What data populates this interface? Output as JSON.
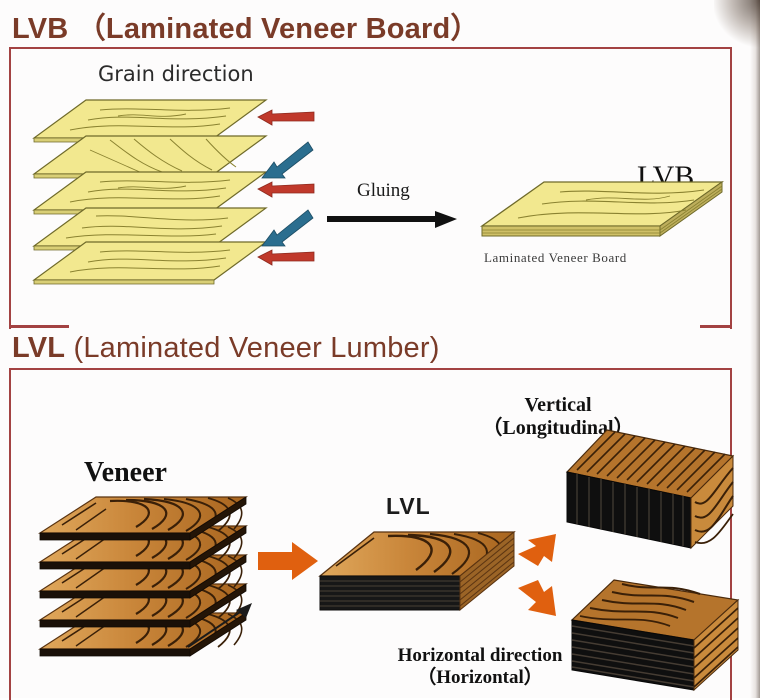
{
  "figure": {
    "sections": [
      {
        "id": "lvb",
        "title_main": "LVB",
        "title_paren": "（Laminated Veneer Board）",
        "grain_label": "Grain direction",
        "process_label": "Gluing",
        "product_short": "LVB",
        "product_caption": "Laminated Veneer Board",
        "sheet_count": 5,
        "grain_arrows": [
          {
            "direction": "horizontal",
            "color": "#c0392b"
          },
          {
            "direction": "diagonal",
            "color": "#2b6e8f"
          },
          {
            "direction": "horizontal",
            "color": "#c0392b"
          },
          {
            "direction": "diagonal",
            "color": "#2b6e8f"
          },
          {
            "direction": "horizontal",
            "color": "#c0392b"
          }
        ]
      },
      {
        "id": "lvl",
        "title_main": "LVL",
        "title_paren": "(Laminated Veneer Lumber)",
        "veneer_label": "Veneer",
        "product_short": "LVL",
        "sheet_count": 5,
        "outputs": [
          {
            "id": "vertical",
            "line1": "Vertical",
            "line2": "（Longitudinal）"
          },
          {
            "id": "horizontal",
            "line1": "Horizontal direction",
            "line2": "（Horizontal）"
          }
        ]
      }
    ]
  },
  "icons": {
    "grain_arrow_red": "left-arrow-icon",
    "grain_arrow_blue": "diagonal-arrow-icon",
    "gluing_arrow": "right-arrow-icon",
    "process_arrow": "orange-right-arrow-icon",
    "branch_arrow_up": "orange-up-right-arrow-icon",
    "branch_arrow_down": "orange-down-right-arrow-icon",
    "stack_direction_arrow": "thin-diagonal-arrow-icon"
  },
  "colors": {
    "title": "#7a3b28",
    "panel_border": "#a34242",
    "veneer_pale": "#f0e68c",
    "veneer_grain": "#8a8230",
    "wood_light": "#d79a4e",
    "wood_mid": "#b5742c",
    "wood_dark": "#8a4f16",
    "lamination_dark": "#141414",
    "arrow_red": "#c0392b",
    "arrow_blue": "#2b6e8f",
    "arrow_orange": "#e0600f",
    "arrow_black": "#111111",
    "background": "#ffffff"
  }
}
